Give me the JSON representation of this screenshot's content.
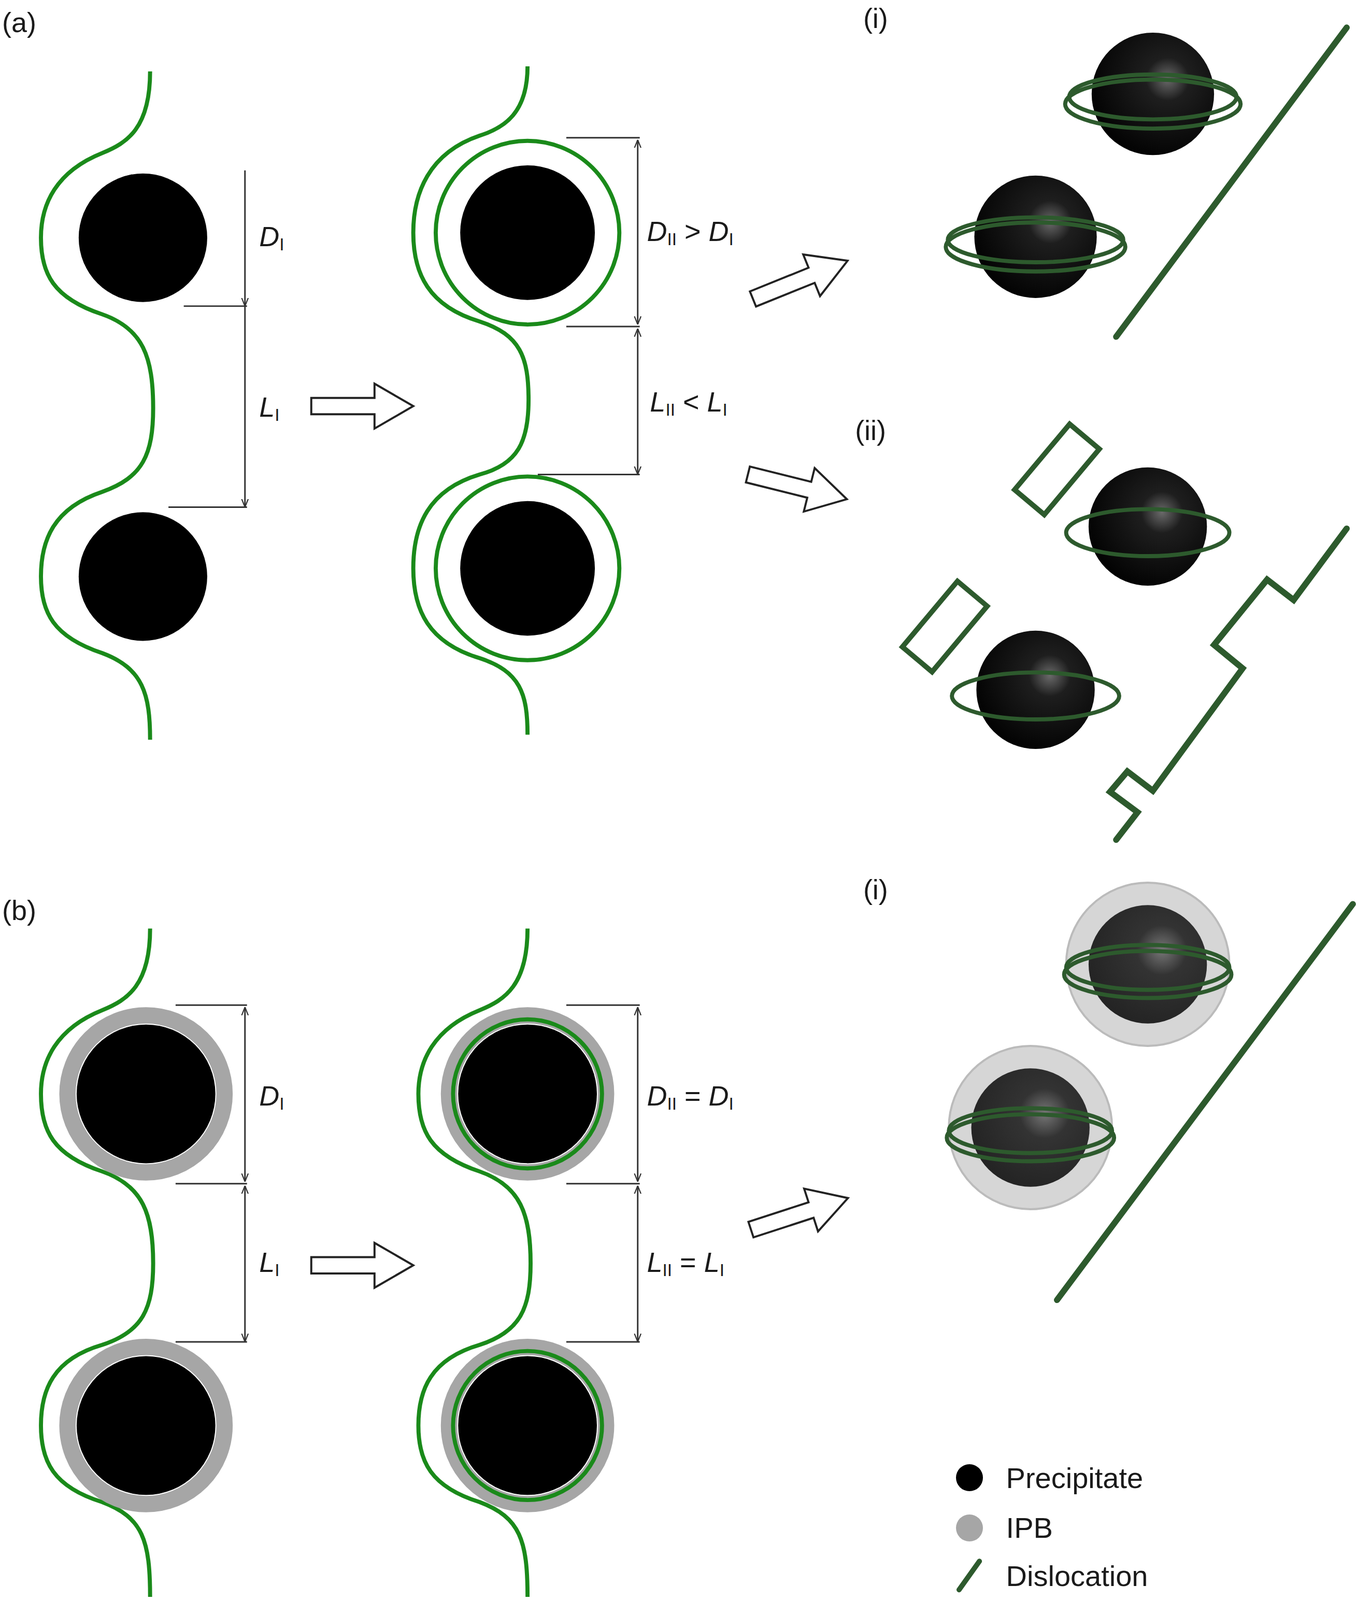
{
  "diagram": {
    "labels": [
      "(a)",
      "DI",
      "LI",
      "DII > DI",
      "LII < LI",
      "(i)",
      "(ii)",
      "(b)",
      "DI",
      "LI",
      "DII = DI",
      "LII = LI",
      "(i)"
    ],
    "legend": [
      {
        "text": "Precipitate",
        "color": "#000000"
      },
      {
        "text": "IPB",
        "color": "#a6a6a6"
      },
      {
        "text": "Dislocation"
      }
    ]
  }
}
